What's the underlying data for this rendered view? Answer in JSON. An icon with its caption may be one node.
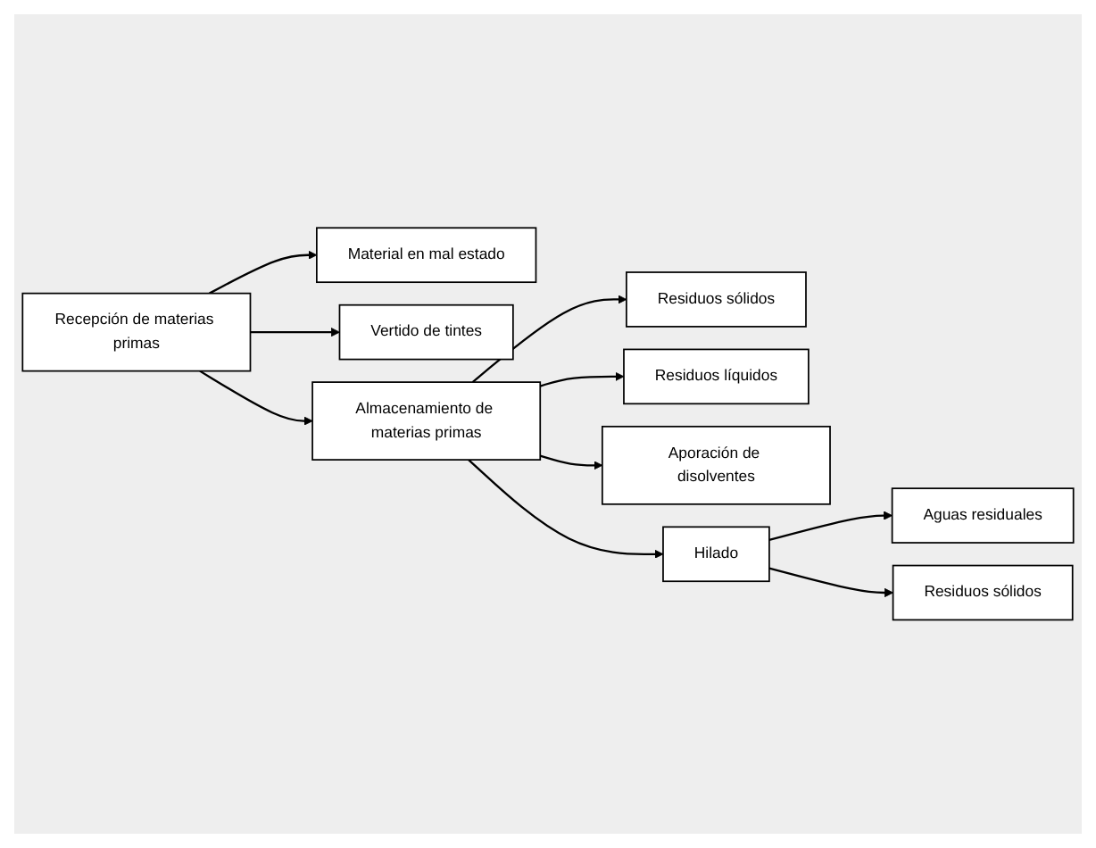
{
  "diagram": {
    "nodes": [
      {
        "text": [
          "Recepción de materias primas"
        ]
      },
      {
        "text": [
          "Material en mal estado"
        ]
      },
      {
        "text": [
          "Vertido de tintes"
        ]
      },
      {
        "text": [
          "Almacenamiento de materias primas"
        ]
      },
      {
        "text": [
          "Residuos sólidos"
        ]
      },
      {
        "text": [
          "Residuos líquidos"
        ]
      },
      {
        "text": [
          "Aporación de disolventes"
        ]
      },
      {
        "text": [
          "Hilado"
        ]
      },
      {
        "text": [
          "Aguas residuales"
        ]
      },
      {
        "text": [
          "Residuos sólidos"
        ]
      }
    ],
    "edges": [
      {
        "from": 0,
        "to": 1,
        "arrow": "to"
      },
      {
        "from": 0,
        "to": 2,
        "arrow": "to"
      },
      {
        "from": 0,
        "to": 3,
        "arrow": "to"
      },
      {
        "from": 3,
        "to": 4,
        "arrow": "to"
      },
      {
        "from": 3,
        "to": 5,
        "arrow": "to"
      },
      {
        "from": 3,
        "to": 6,
        "arrow": "to"
      },
      {
        "from": 3,
        "to": 7,
        "arrow": "to"
      },
      {
        "from": 7,
        "to": 8,
        "arrow": "to"
      },
      {
        "from": 7,
        "to": 9,
        "arrow": "to"
      }
    ]
  }
}
